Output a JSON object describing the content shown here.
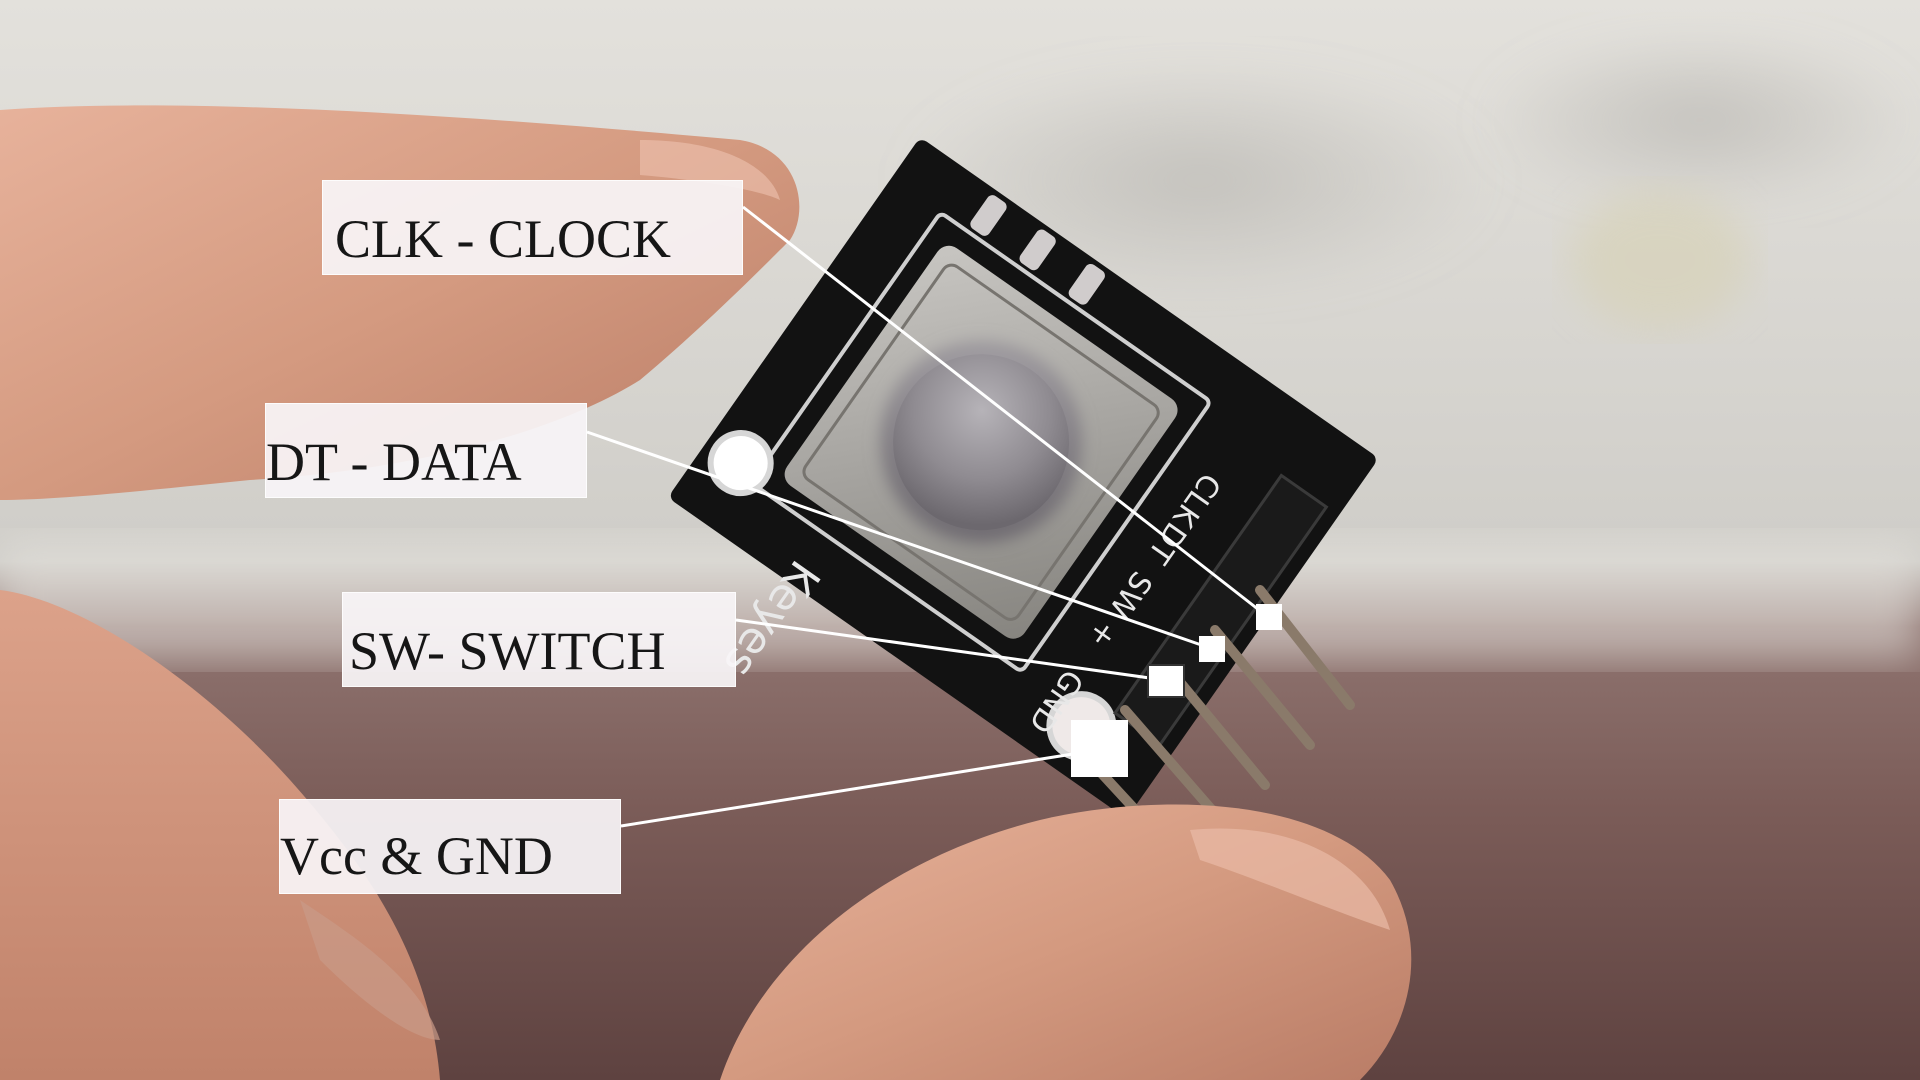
{
  "annotations": {
    "clk": "CLK - CLOCK",
    "dt": "DT - DATA",
    "sw": "SW- SWITCH",
    "vcc": "Vcc & GND"
  },
  "pcb_silkscreen": {
    "brand": "Keyes",
    "pins": [
      "CLK",
      "DT",
      "SW",
      "+",
      "GND"
    ]
  },
  "colors": {
    "pcb": "#111111",
    "skin": "#d79c82",
    "background_top": "#d9d7d3",
    "background_bottom": "#6d4f4b",
    "label_fill": "#f4f0f2"
  }
}
